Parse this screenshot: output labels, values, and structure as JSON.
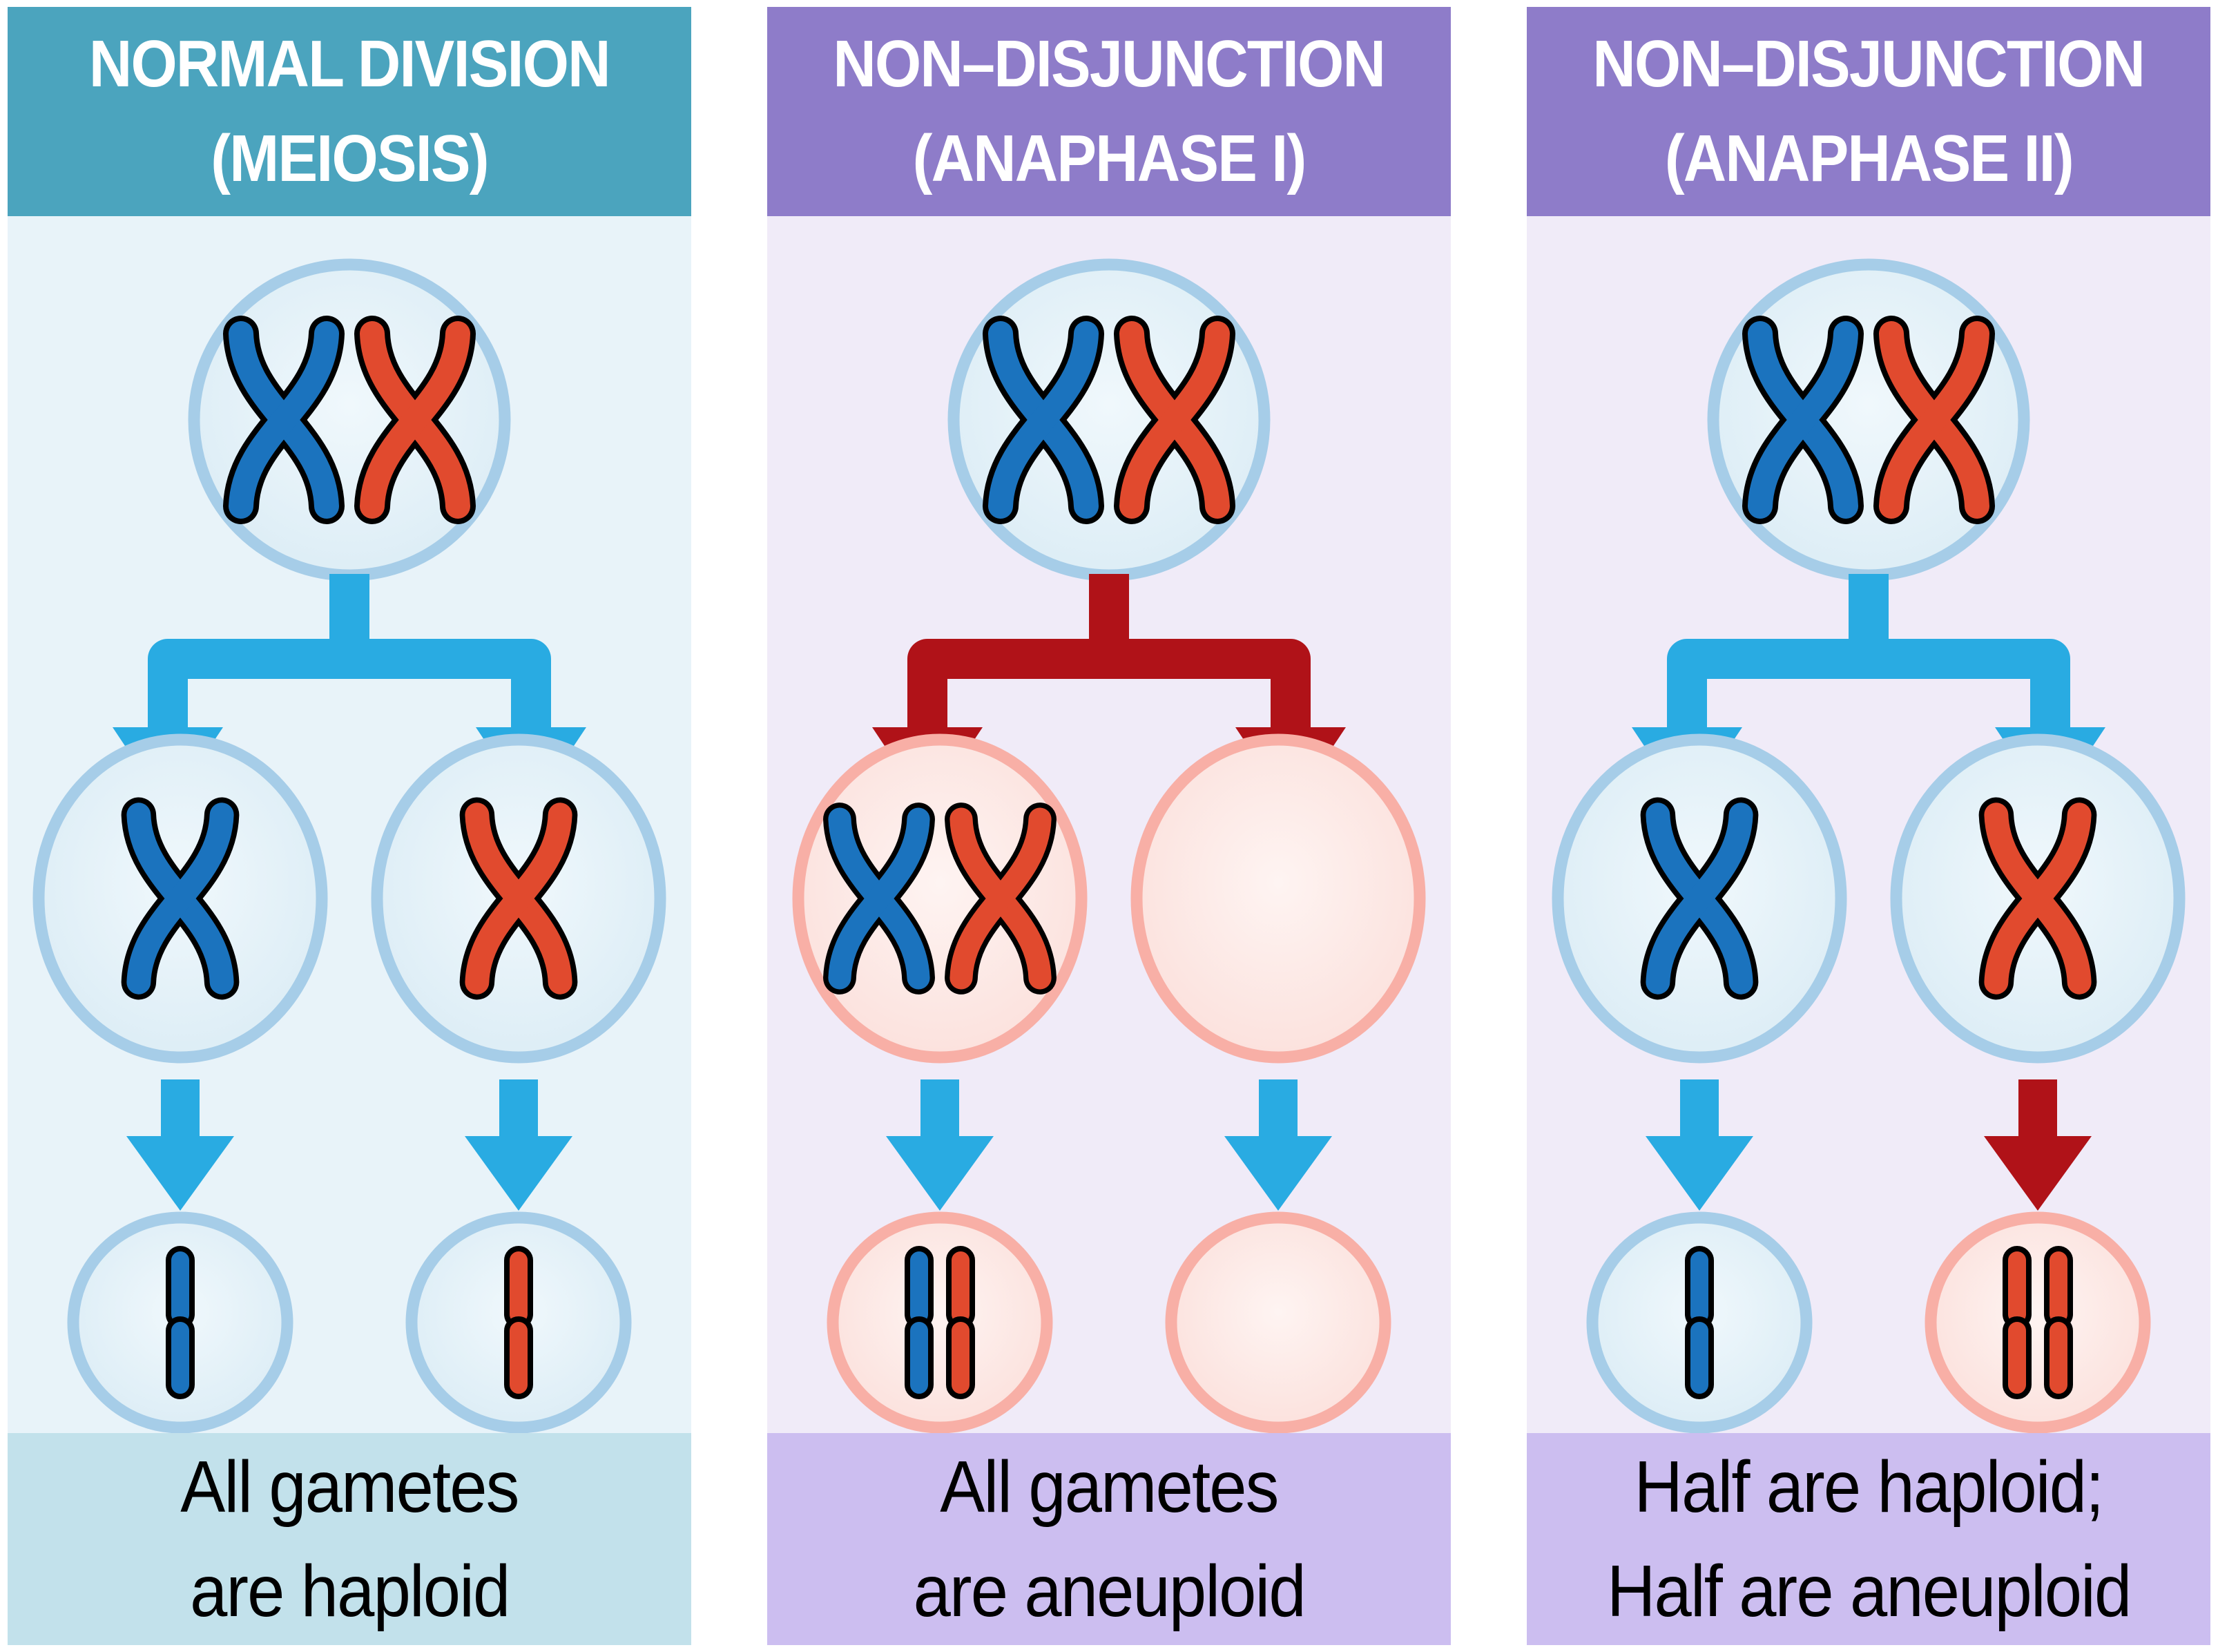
{
  "colors": {
    "chromosome_blue": "#1B73BE",
    "chromosome_red": "#E14A2E",
    "arrow_blue": "#29ABE2",
    "arrow_red": "#B01218",
    "cell_blue_border": "#A6CDE8",
    "cell_blue_fill_edge": "#D7EAF4",
    "cell_blue_fill_center": "#F0F8FC",
    "cell_pink_border": "#F8AFA6",
    "cell_pink_fill_edge": "#FBDCD7",
    "cell_pink_fill_center": "#FEF4F2",
    "outline_black": "#000000"
  },
  "columns": [
    {
      "id": "normal-division",
      "header": {
        "lines": [
          "NORMAL DIVISION",
          "(MEIOSIS)"
        ],
        "bg": "#4BA4BE",
        "text_color": "#FFFFFF"
      },
      "body_bg": "#E8F3F9",
      "footer": {
        "lines": [
          "All gametes",
          "are haploid"
        ],
        "bg": "#C2E1EB",
        "text_color": "#000000"
      },
      "diagram": {
        "top_cell": {
          "theme": "blue",
          "chromosomes": [
            "blue-x",
            "red-x"
          ]
        },
        "split_arrow": "blue",
        "mid_cells": [
          {
            "theme": "blue",
            "chromosomes": [
              "blue-x"
            ]
          },
          {
            "theme": "blue",
            "chromosomes": [
              "red-x"
            ]
          }
        ],
        "down_arrows": [
          "blue",
          "blue"
        ],
        "bottom_cells": [
          {
            "theme": "blue",
            "chromatids": [
              "blue-bar"
            ]
          },
          {
            "theme": "blue",
            "chromatids": [
              "red-bar"
            ]
          }
        ]
      }
    },
    {
      "id": "non-disjunction-anaphase-1",
      "header": {
        "lines": [
          "NON–DISJUNCTION",
          "(ANAPHASE I)"
        ],
        "bg": "#8E7CC9",
        "text_color": "#FFFFFF"
      },
      "body_bg": "#F0EBF8",
      "footer": {
        "lines": [
          "All gametes",
          "are aneuploid"
        ],
        "bg": "#CCBEF0",
        "text_color": "#000000"
      },
      "diagram": {
        "top_cell": {
          "theme": "blue",
          "chromosomes": [
            "blue-x",
            "red-x"
          ]
        },
        "split_arrow": "red",
        "mid_cells": [
          {
            "theme": "pink",
            "chromosomes": [
              "blue-x",
              "red-x"
            ]
          },
          {
            "theme": "pink",
            "chromosomes": []
          }
        ],
        "down_arrows": [
          "blue",
          "blue"
        ],
        "bottom_cells": [
          {
            "theme": "pink",
            "chromatids": [
              "blue-bar",
              "red-bar"
            ]
          },
          {
            "theme": "pink",
            "chromatids": []
          }
        ]
      }
    },
    {
      "id": "non-disjunction-anaphase-2",
      "header": {
        "lines": [
          "NON–DISJUNCTION",
          "(ANAPHASE II)"
        ],
        "bg": "#8E7CC9",
        "text_color": "#FFFFFF"
      },
      "body_bg": "#F0EBF8",
      "footer": {
        "lines": [
          "Half are haploid;",
          "Half are aneuploid"
        ],
        "bg": "#CCBEF0",
        "text_color": "#000000"
      },
      "diagram": {
        "top_cell": {
          "theme": "blue",
          "chromosomes": [
            "blue-x",
            "red-x"
          ]
        },
        "split_arrow": "blue",
        "mid_cells": [
          {
            "theme": "blue",
            "chromosomes": [
              "blue-x"
            ]
          },
          {
            "theme": "blue",
            "chromosomes": [
              "red-x"
            ]
          }
        ],
        "down_arrows": [
          "blue",
          "red"
        ],
        "bottom_cells": [
          {
            "theme": "blue",
            "chromatids": [
              "blue-bar"
            ]
          },
          {
            "theme": "pink",
            "chromatids": [
              "red-bar",
              "red-bar"
            ]
          }
        ]
      }
    }
  ]
}
